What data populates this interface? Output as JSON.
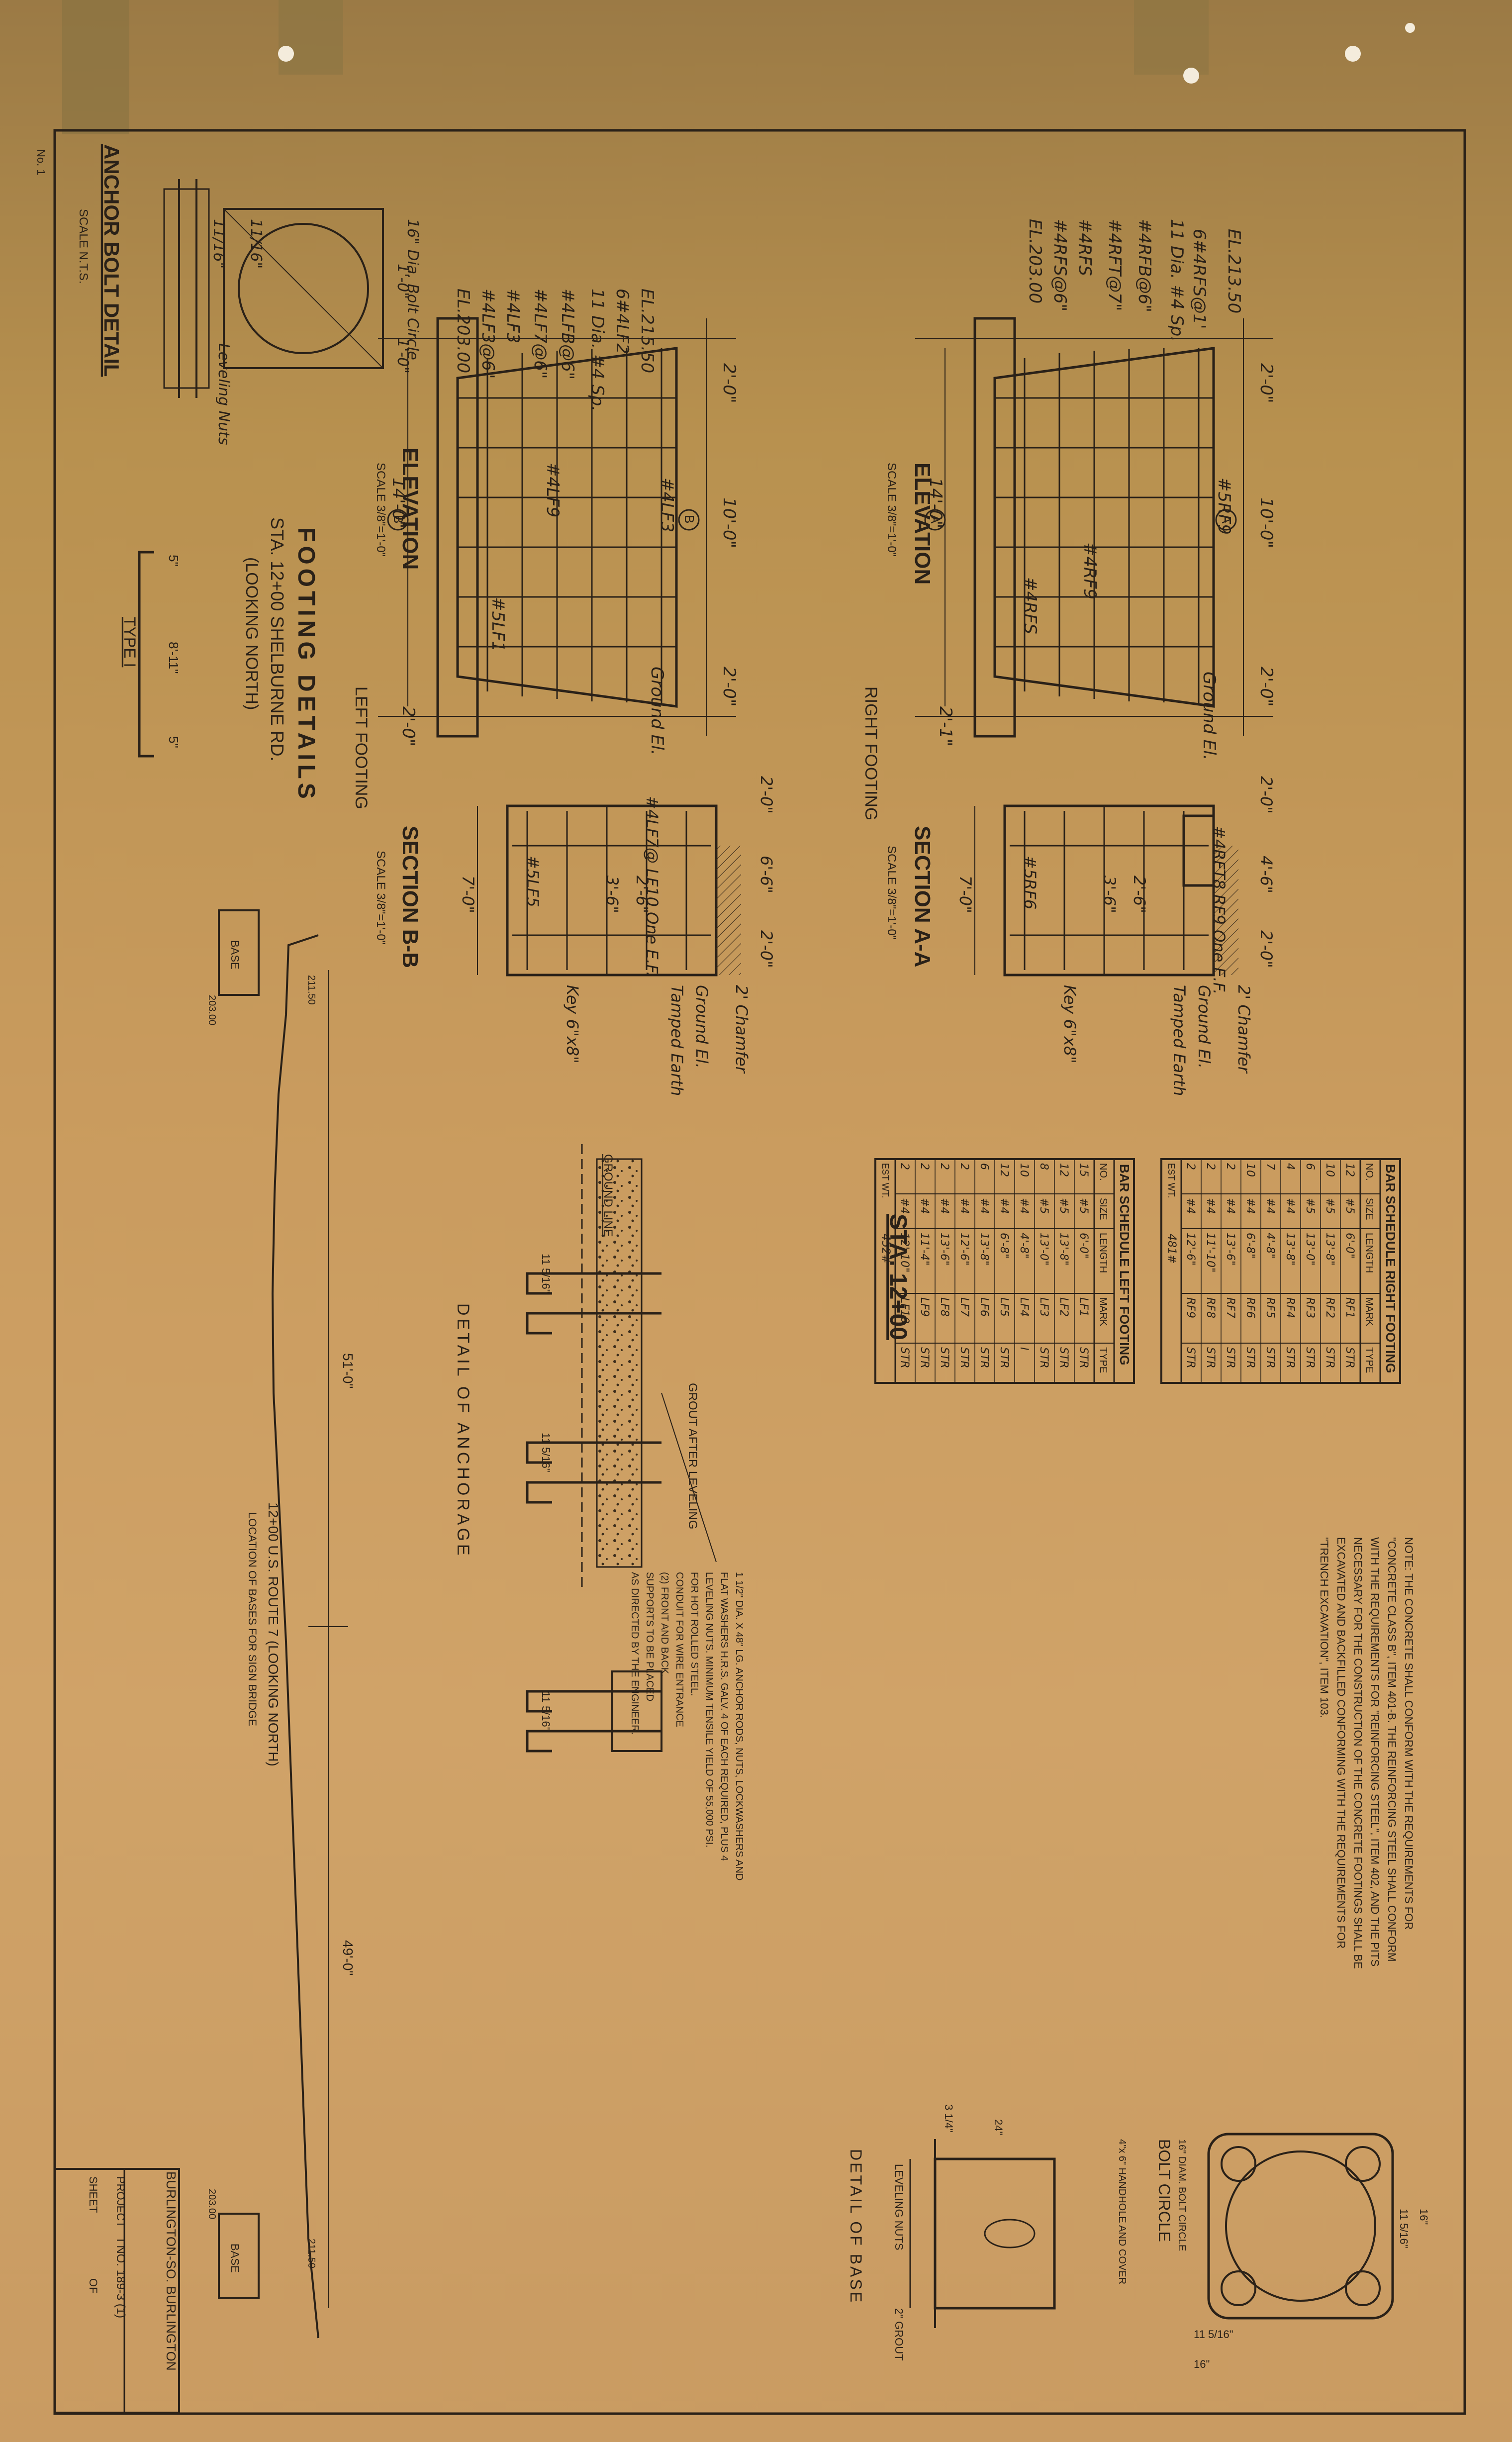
{
  "sheet": {
    "title_right_footing": "RIGHT FOOTING",
    "title_left_footing": "LEFT FOOTING",
    "footing_details_title": "FOOTING DETAILS",
    "footing_details_sub1": "STA. 12+00 SHELBURNE RD.",
    "footing_details_sub2": "(LOOKING NORTH)",
    "station": "STA. 12+00"
  },
  "right_elevation": {
    "title": "ELEVATION",
    "scale": "SCALE 3/8\"=1'-0\"",
    "labels": [
      "EL.213.50",
      "6#4RFS@1'",
      "11 Dia. #4 Sp.",
      "#4RFB@6\"",
      "#4RFT@7\"",
      "#4RFS",
      "#4RFS@6\"",
      "EL.203.00"
    ],
    "dims": [
      "2'-0\"",
      "10'-0\"",
      "2'-0\"",
      "14'-0\"",
      "2'-1\""
    ],
    "markers": [
      "A",
      "A"
    ],
    "tags": [
      "#5RF9",
      "#4RFS",
      "#4RF9",
      "Ground El."
    ]
  },
  "left_elevation": {
    "title": "ELEVATION",
    "scale": "SCALE 3/8\"=1'-0\"",
    "labels": [
      "EL.215.50",
      "6#4LF2",
      "11 Dia. #4 Sp.",
      "#4LFB@6\"",
      "#4LF7@6\"",
      "#4LF3",
      "#4LF3@6\"",
      "EL.203.00"
    ],
    "dims": [
      "2'-0\"",
      "10'-0\"",
      "2'-0\"",
      "14'-0\"",
      "2'-0\""
    ],
    "markers": [
      "B",
      "B"
    ],
    "tags": [
      "#5LF1",
      "#4LF9",
      "#4LF3",
      "Ground El."
    ]
  },
  "section_aa": {
    "title": "SECTION A-A",
    "scale": "SCALE 3/8\"=1'-0\"",
    "labels": [
      "2' Chamfer",
      "Ground El.",
      "Tamped Earth",
      "Key 6\"x8\"",
      "#4RFT8 RF9 One E.F.",
      "#5RF6"
    ],
    "dims": [
      "2'-0\"",
      "4'-6\"",
      "2'-0\"",
      "7'-0\"",
      "2'-6\"",
      "3'-6\""
    ]
  },
  "section_bb": {
    "title": "SECTION B-B",
    "scale": "SCALE 3/8\"=1'-0\"",
    "labels": [
      "2' Chamfer",
      "Ground El.",
      "Tamped Earth",
      "Key 6\"x8\"",
      "#4LF7@ LF10 One E.F.",
      "#5LF5"
    ],
    "dims": [
      "2'-0\"",
      "6'-6\"",
      "2'-0\"",
      "7'-0\"",
      "2'-6\"",
      "3'-6\""
    ]
  },
  "anchor_bolt_detail": {
    "title": "ANCHOR BOLT DETAIL",
    "scale": "SCALE N.T.S.",
    "labels": [
      "16\" Dia. Bolt Circle",
      "Leveling Nuts",
      "1'-0\"",
      "1'-0\"",
      "11/16\"",
      "11/16\""
    ],
    "type_label": "TYPE I",
    "type_dims": [
      "5\"",
      "8'-11\"",
      "5\""
    ]
  },
  "bar_schedule_right": {
    "title": "BAR SCHEDULE RIGHT FOOTING",
    "headers": [
      "NO.",
      "SIZE",
      "LENGTH",
      "MARK",
      "TYPE"
    ],
    "rows": [
      [
        "12",
        "#5",
        "6'-0\"",
        "RF1",
        "STR"
      ],
      [
        "10",
        "#5",
        "13'-8\"",
        "RF2",
        "STR"
      ],
      [
        "6",
        "#5",
        "13'-0\"",
        "RF3",
        "STR"
      ],
      [
        "4",
        "#4",
        "13'-8\"",
        "RF4",
        "STR"
      ],
      [
        "7",
        "#4",
        "4'-8\"",
        "RF5",
        "STR"
      ],
      [
        "10",
        "#4",
        "6'-8\"",
        "RF6",
        "STR"
      ],
      [
        "2",
        "#4",
        "13'-6\"",
        "RF7",
        "STR"
      ],
      [
        "2",
        "#4",
        "11'-10\"",
        "RF8",
        "STR"
      ],
      [
        "2",
        "#4",
        "12'-6\"",
        "RF9",
        "STR"
      ]
    ],
    "est_wt_label": "EST WT.",
    "est_wt": "481#"
  },
  "bar_schedule_left": {
    "title": "BAR SCHEDULE LEFT FOOTING",
    "headers": [
      "NO.",
      "SIZE",
      "LENGTH",
      "MARK",
      "TYPE"
    ],
    "rows": [
      [
        "15",
        "#5",
        "6'-0\"",
        "LF1",
        "STR"
      ],
      [
        "12",
        "#5",
        "13'-8\"",
        "LF2",
        "STR"
      ],
      [
        "8",
        "#5",
        "13'-0\"",
        "LF3",
        "STR"
      ],
      [
        "10",
        "#4",
        "4'-8\"",
        "LF4",
        "I"
      ],
      [
        "12",
        "#4",
        "6'-8\"",
        "LF5",
        "STR"
      ],
      [
        "6",
        "#4",
        "13'-8\"",
        "LF6",
        "STR"
      ],
      [
        "2",
        "#4",
        "12'-6\"",
        "LF7",
        "STR"
      ],
      [
        "2",
        "#4",
        "13'-6\"",
        "LF8",
        "STR"
      ],
      [
        "2",
        "#4",
        "11'-4\"",
        "LF9",
        "STR"
      ],
      [
        "2",
        "#4",
        "12'-10\"",
        "LF10",
        "STR"
      ]
    ],
    "est_wt_label": "EST WT.",
    "est_wt": "452#"
  },
  "note": {
    "lines": [
      "NOTE: THE CONCRETE SHALL CONFORM WITH THE REQUIREMENTS FOR",
      "\"CONCRETE CLASS B\", ITEM 401-B. THE REINFORCING STEEL SHALL CONFORM",
      "WITH THE REQUIREMENTS FOR \"REINFORCING STEEL\", ITEM 402, AND THE PITS",
      "NECESSARY FOR THE CONSTRUCTION OF THE CONCRETE FOOTINGS SHALL BE",
      "EXCAVATED AND BACKFILLED CONFORMING WITH THE REQUIREMENTS FOR",
      "\"TRENCH EXCAVATION\", ITEM 103."
    ]
  },
  "anchorage": {
    "title": "DETAIL OF ANCHORAGE",
    "ground_line": "GROUND LINE",
    "grout": "GROUT AFTER LEVELING",
    "dims": [
      "11 5/16\"",
      "11 5/16\"",
      "11 5/16\""
    ],
    "callout": [
      "1 1/2\" DIA. X 48\" LG. ANCHOR RODS, NUTS, LOCKWASHERS AND",
      "FLAT WASHERS H.R.S. GALV. 4 OF EACH REQUIRED, PLUS 4",
      "LEVELING NUTS. MINIMUM TENSILE YIELD OF 55,000 PSI.",
      "FOR HOT ROLLED STEEL.",
      "CONDUIT FOR WIRE ENTRANCE",
      "(2) FRONT AND BACK.",
      "SUPPORTS TO BE PLACED",
      "AS DIRECTED BY THE ENGINEER."
    ]
  },
  "profile": {
    "span_left": "51'-0\"",
    "span_right": "49'-0\"",
    "base_label": "BASE",
    "elev_left_top": "211.50",
    "elev_left_base": "203.00",
    "elev_right_top": "211.50",
    "elev_right_base": "203.00",
    "caption1": "12+00 U.S. ROUTE 7 (LOOKING NORTH)",
    "caption2": "LOCATION OF BASES FOR SIGN BRIDGE"
  },
  "base_detail": {
    "title": "DETAIL OF BASE",
    "bolt_circle_title": "BOLT CIRCLE",
    "bolt_circle_note": "16\" DIAM. BOLT CIRCLE",
    "handhole": "4\"x 6\" HANDHOLE AND COVER",
    "leveling_nuts": "LEVELING NUTS",
    "grout": "2\" GROUT",
    "dims": [
      "16\"",
      "11 5/16\"",
      "11 5/16\"",
      "16\"",
      "24\"",
      "3 1/4\""
    ]
  },
  "title_block": {
    "town": "BURLINGTON-SO. BURLINGTON",
    "project_label": "PROJECT",
    "project_no": "I NO. 189-3 (1)",
    "sheet_label": "SHEET",
    "of_label": "OF"
  },
  "margin_stamp": "No. 1"
}
